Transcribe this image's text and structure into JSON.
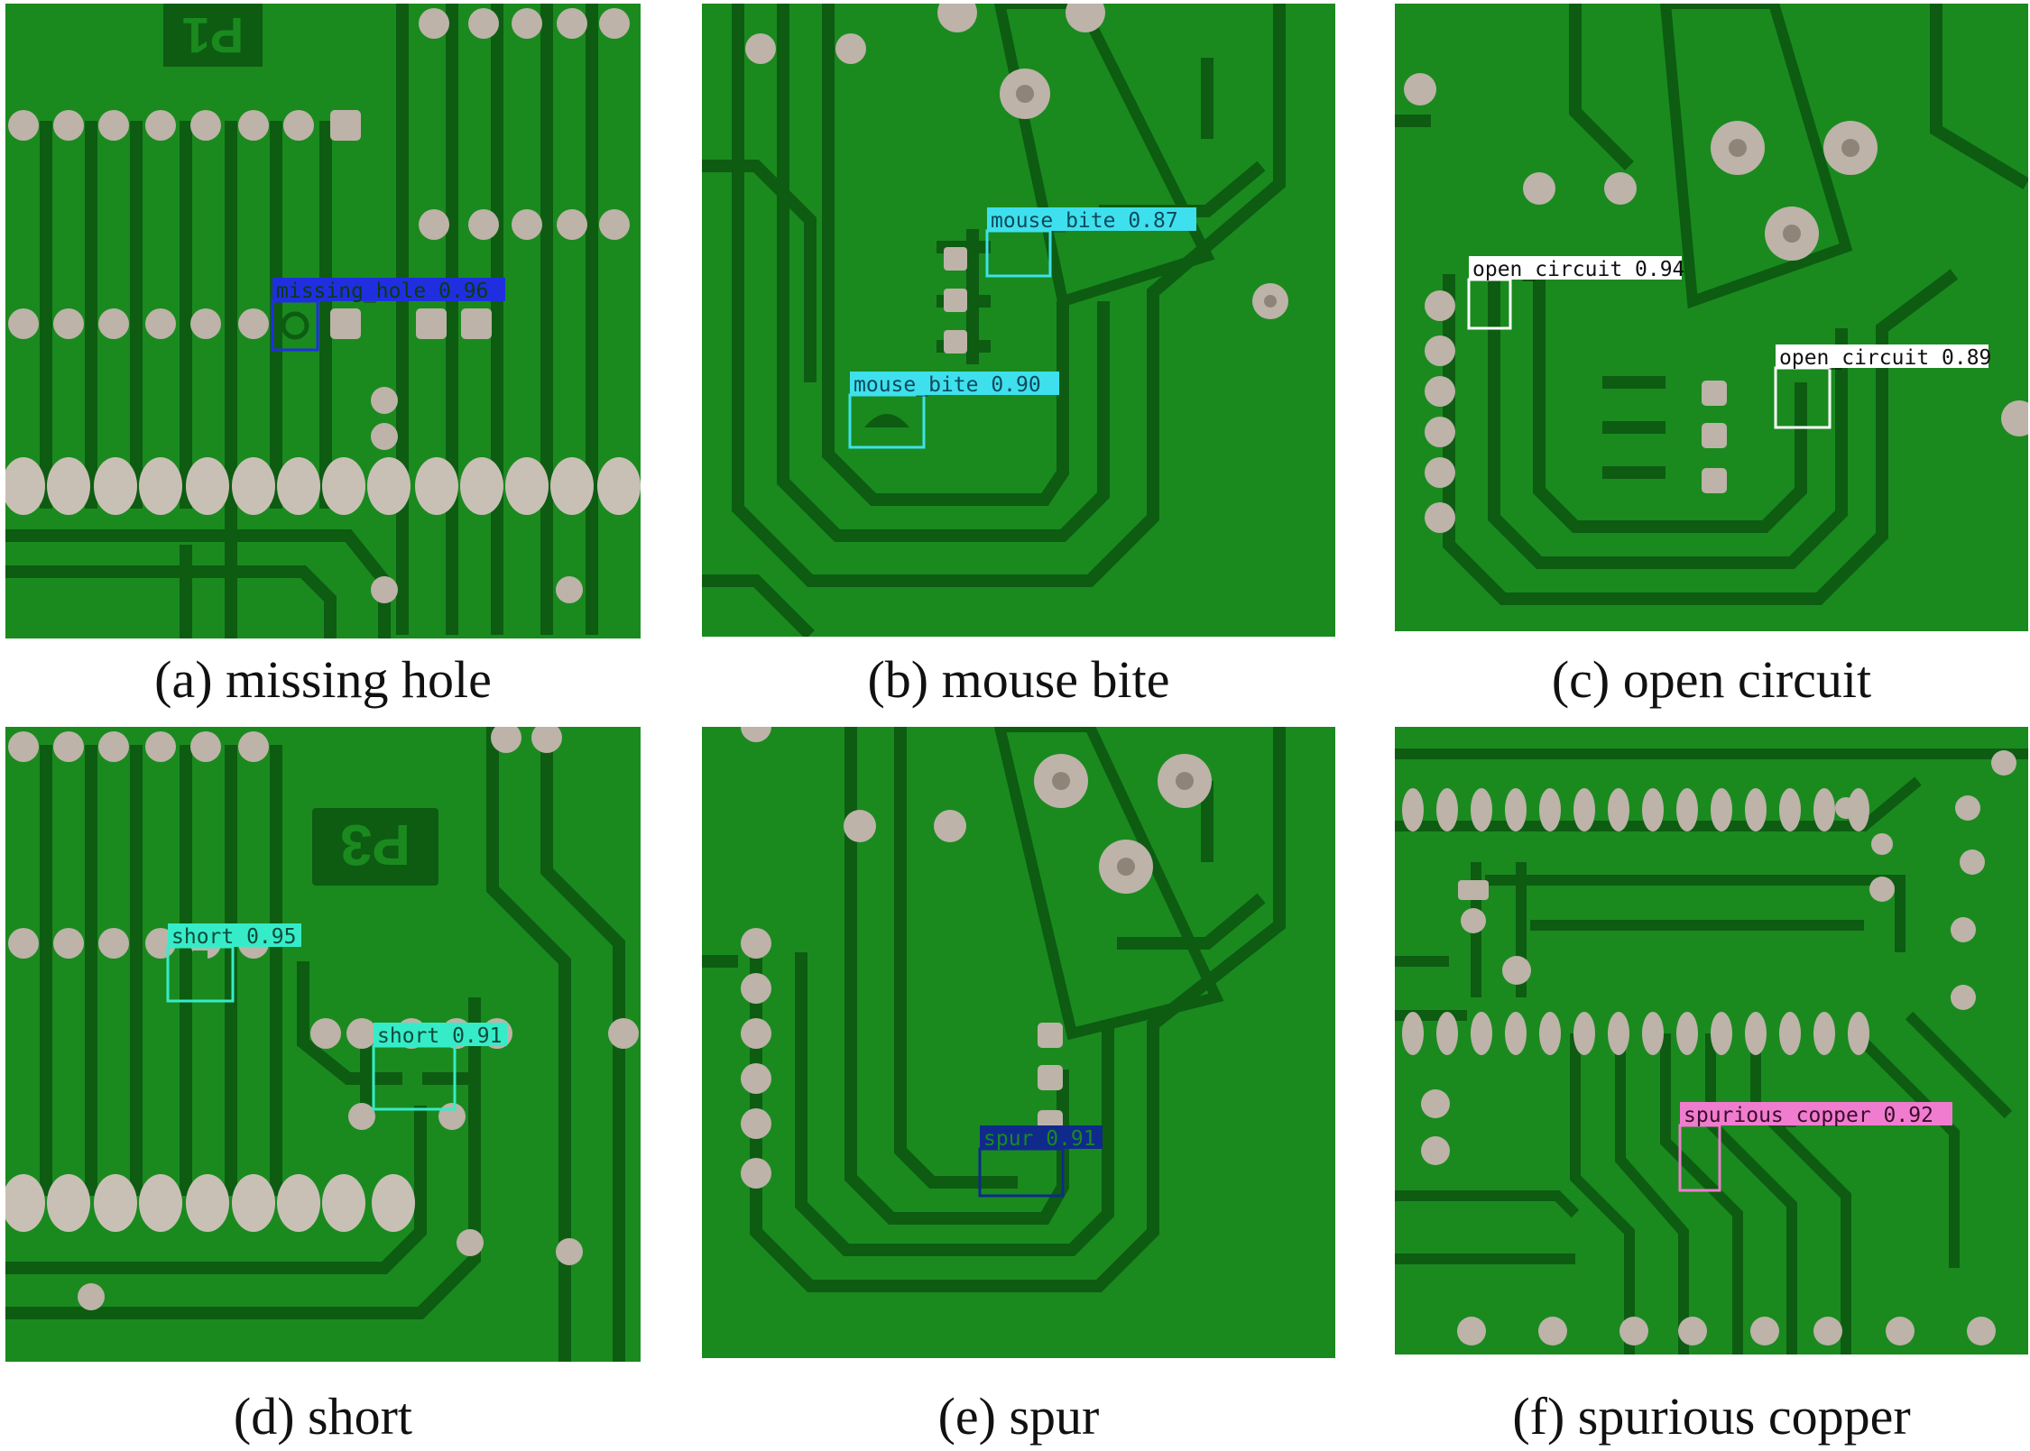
{
  "colors": {
    "board": "#1a8a1f",
    "board_dark": "#0d5c12",
    "trace": "#1f9a24",
    "pad": "#bdb3a8",
    "pad_inner": "#8f8478",
    "missing_hole": "#1f2fe0",
    "mouse_bite": "#3fe0ee",
    "open_circuit": "#ffffff",
    "short": "#36ecc8",
    "spur": "#102a8c",
    "spurious_copper": "#f07ccf"
  },
  "panels": [
    {
      "id": "a",
      "caption": "(a) missing hole",
      "detections": [
        {
          "class": "missing_hole",
          "label": "missing_hole 0.96",
          "color_key": "missing_hole"
        }
      ],
      "board_text": "P1"
    },
    {
      "id": "b",
      "caption": "(b) mouse bite",
      "detections": [
        {
          "class": "mouse_bite",
          "label": "mouse_bite 0.87",
          "color_key": "mouse_bite"
        },
        {
          "class": "mouse_bite",
          "label": "mouse_bite 0.90",
          "color_key": "mouse_bite"
        }
      ]
    },
    {
      "id": "c",
      "caption": "(c) open circuit",
      "detections": [
        {
          "class": "open_circuit",
          "label": "open_circuit 0.94",
          "color_key": "open_circuit"
        },
        {
          "class": "open_circuit",
          "label": "open_circuit 0.89",
          "color_key": "open_circuit"
        }
      ]
    },
    {
      "id": "d",
      "caption": "(d) short",
      "detections": [
        {
          "class": "short",
          "label": "short 0.95",
          "color_key": "short"
        },
        {
          "class": "short",
          "label": "short 0.91",
          "color_key": "short"
        }
      ],
      "board_text": "P3"
    },
    {
      "id": "e",
      "caption": "(e) spur",
      "detections": [
        {
          "class": "spur",
          "label": "spur 0.91",
          "color_key": "spur"
        }
      ]
    },
    {
      "id": "f",
      "caption": "(f) spurious copper",
      "detections": [
        {
          "class": "spurious_copper",
          "label": "spurious_copper 0.92",
          "color_key": "spurious_copper"
        }
      ]
    }
  ]
}
